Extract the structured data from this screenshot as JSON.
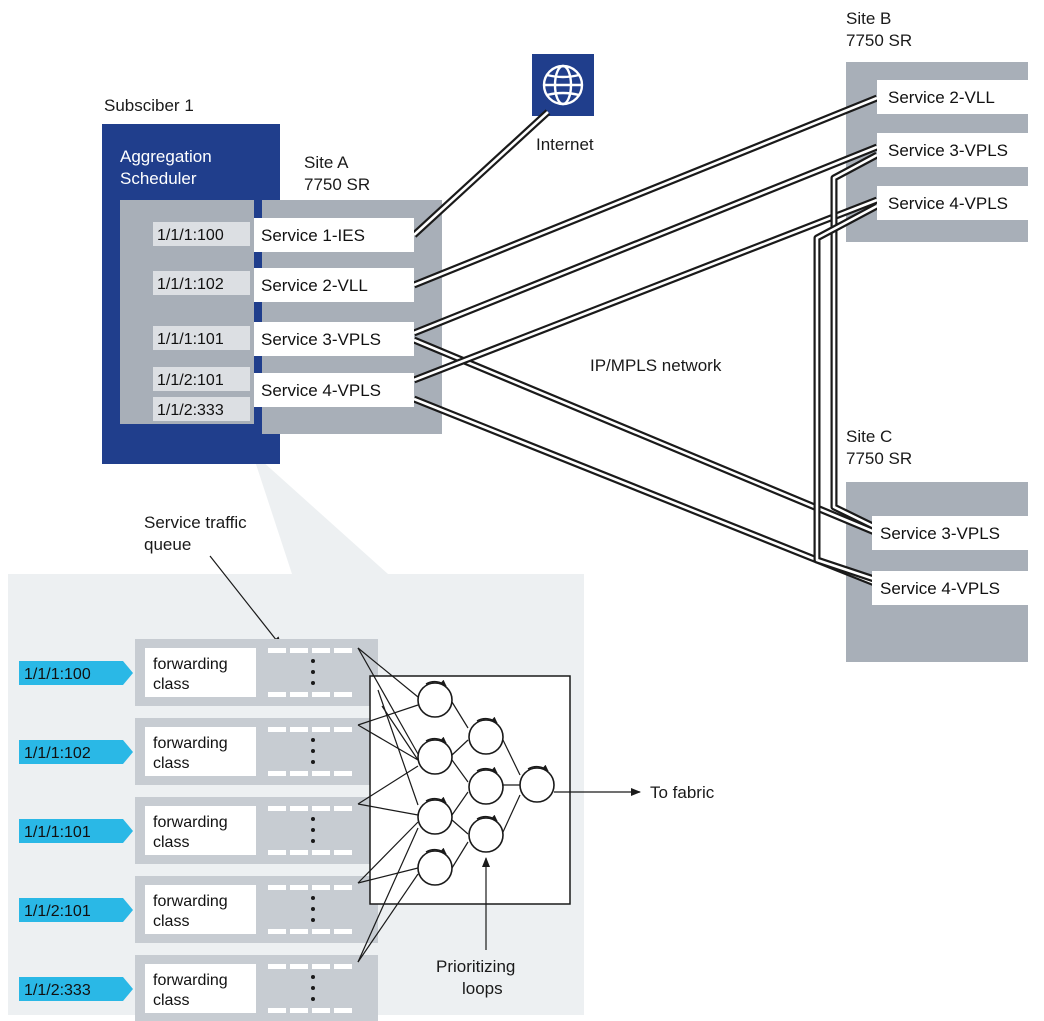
{
  "colors": {
    "subscriber_blue": "#203e8c",
    "site_gray": "#a8afb8",
    "panel_gray": "#c7ccd2",
    "service_box": "#ffffff",
    "port_label_bg": "#dcdfe3",
    "queue_panel": "#edf0f2",
    "port_tag_cyan": "#2ab8e6",
    "line": "#1a1a1a"
  },
  "subscriber": {
    "label": "Subsciber 1",
    "scheduler_line1": "Aggregation",
    "scheduler_line2": "Scheduler"
  },
  "site_a": {
    "line1": "Site A",
    "line2": "7750 SR",
    "ports": [
      "1/1/1:100",
      "1/1/1:102",
      "1/1/1:101",
      "1/1/2:101",
      "1/1/2:333"
    ],
    "services": [
      "Service 1-IES",
      "Service 2-VLL",
      "Service 3-VPLS",
      "Service 4-VPLS"
    ]
  },
  "site_b": {
    "line1": "Site B",
    "line2": "7750 SR",
    "services": [
      "Service 2-VLL",
      "Service 3-VPLS",
      "Service 4-VPLS"
    ]
  },
  "site_c": {
    "line1": "Site C",
    "line2": "7750 SR",
    "services": [
      "Service 3-VPLS",
      "Service 4-VPLS"
    ]
  },
  "internet": {
    "label": "Internet",
    "icon": "globe-icon"
  },
  "network_label": "IP/MPLS network",
  "queue_detail": {
    "callout_line1": "Service traffic",
    "callout_line2": "queue",
    "rows": [
      {
        "port": "1/1/1:100",
        "fc_line1": "forwarding",
        "fc_line2": "class"
      },
      {
        "port": "1/1/1:102",
        "fc_line1": "forwarding",
        "fc_line2": "class"
      },
      {
        "port": "1/1/1:101",
        "fc_line1": "forwarding",
        "fc_line2": "class"
      },
      {
        "port": "1/1/2:101",
        "fc_line1": "forwarding",
        "fc_line2": "class"
      },
      {
        "port": "1/1/2:333",
        "fc_line1": "forwarding",
        "fc_line2": "class"
      }
    ],
    "fabric_label": "To fabric",
    "loops_line1": "Prioritizing",
    "loops_line2": "loops"
  }
}
